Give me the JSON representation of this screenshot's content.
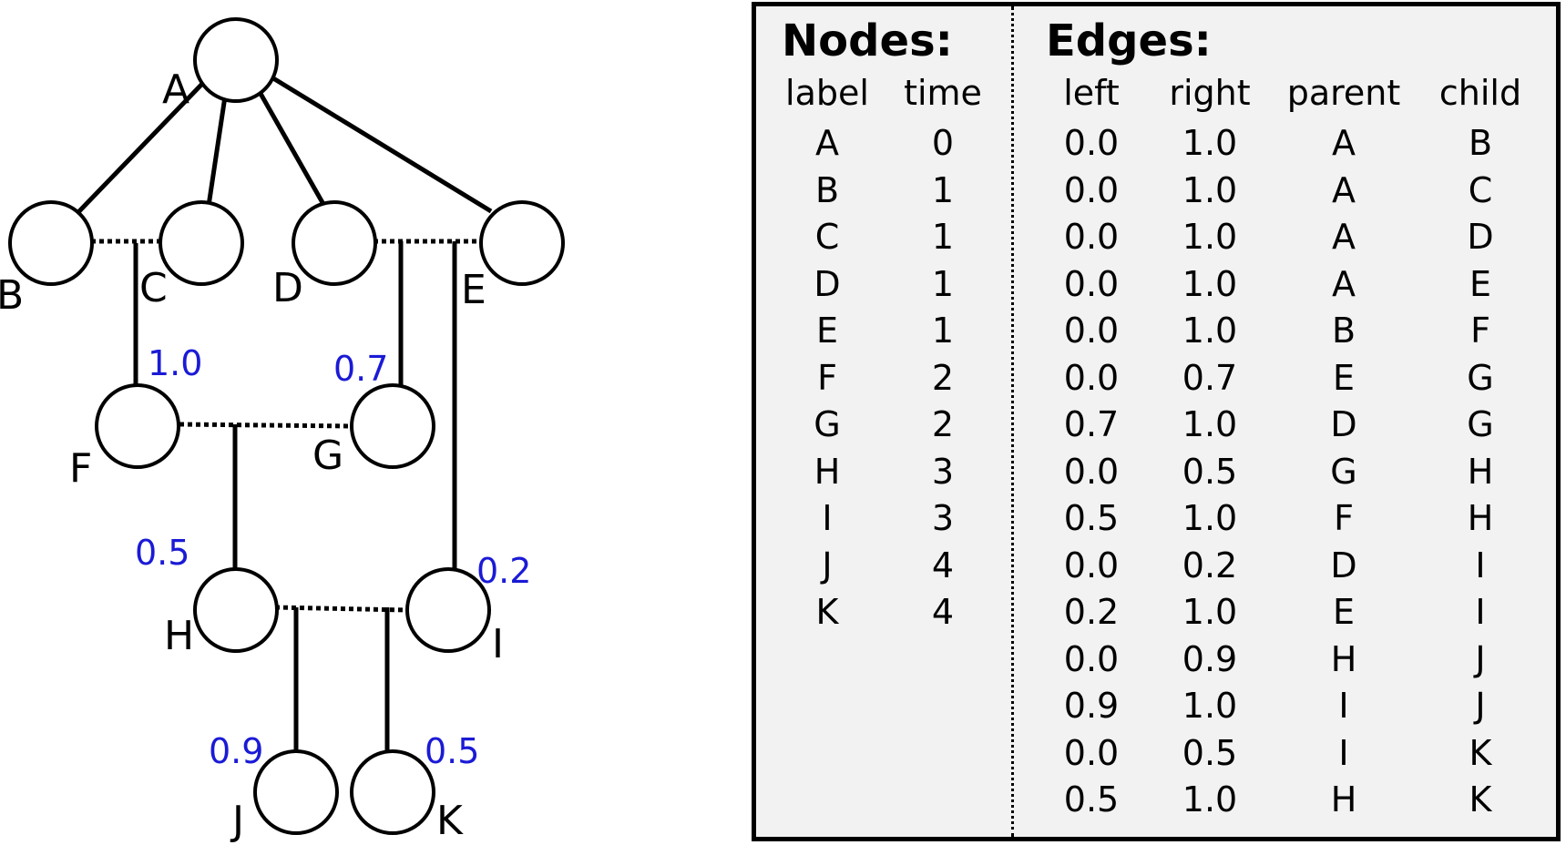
{
  "tree": {
    "nodes": [
      {
        "label": "A"
      },
      {
        "label": "B"
      },
      {
        "label": "C"
      },
      {
        "label": "D"
      },
      {
        "label": "E"
      },
      {
        "label": "F"
      },
      {
        "label": "G"
      },
      {
        "label": "H"
      },
      {
        "label": "I"
      },
      {
        "label": "J"
      },
      {
        "label": "K"
      }
    ],
    "breakpoints": [
      "1.0",
      "0.7",
      "0.5",
      "0.2",
      "0.9",
      "0.5"
    ],
    "colors": {
      "breakpoint_text": "#1a1ad6",
      "lines": "#000000"
    }
  },
  "nodes_table": {
    "title": "Nodes:",
    "columns": [
      "label",
      "time"
    ],
    "rows": [
      [
        "A",
        "0"
      ],
      [
        "B",
        "1"
      ],
      [
        "C",
        "1"
      ],
      [
        "D",
        "1"
      ],
      [
        "E",
        "1"
      ],
      [
        "F",
        "2"
      ],
      [
        "G",
        "2"
      ],
      [
        "H",
        "3"
      ],
      [
        "I",
        "3"
      ],
      [
        "J",
        "4"
      ],
      [
        "K",
        "4"
      ]
    ]
  },
  "edges_table": {
    "title": "Edges:",
    "columns": [
      "left",
      "right",
      "parent",
      "child"
    ],
    "rows": [
      [
        "0.0",
        "1.0",
        "A",
        "B"
      ],
      [
        "0.0",
        "1.0",
        "A",
        "C"
      ],
      [
        "0.0",
        "1.0",
        "A",
        "D"
      ],
      [
        "0.0",
        "1.0",
        "A",
        "E"
      ],
      [
        "0.0",
        "1.0",
        "B",
        "F"
      ],
      [
        "0.0",
        "0.7",
        "E",
        "G"
      ],
      [
        "0.7",
        "1.0",
        "D",
        "G"
      ],
      [
        "0.0",
        "0.5",
        "G",
        "H"
      ],
      [
        "0.5",
        "1.0",
        "F",
        "H"
      ],
      [
        "0.0",
        "0.2",
        "D",
        "I"
      ],
      [
        "0.2",
        "1.0",
        "E",
        "I"
      ],
      [
        "0.0",
        "0.9",
        "H",
        "J"
      ],
      [
        "0.9",
        "1.0",
        "I",
        "J"
      ],
      [
        "0.0",
        "0.5",
        "I",
        "K"
      ],
      [
        "0.5",
        "1.0",
        "H",
        "K"
      ]
    ]
  }
}
